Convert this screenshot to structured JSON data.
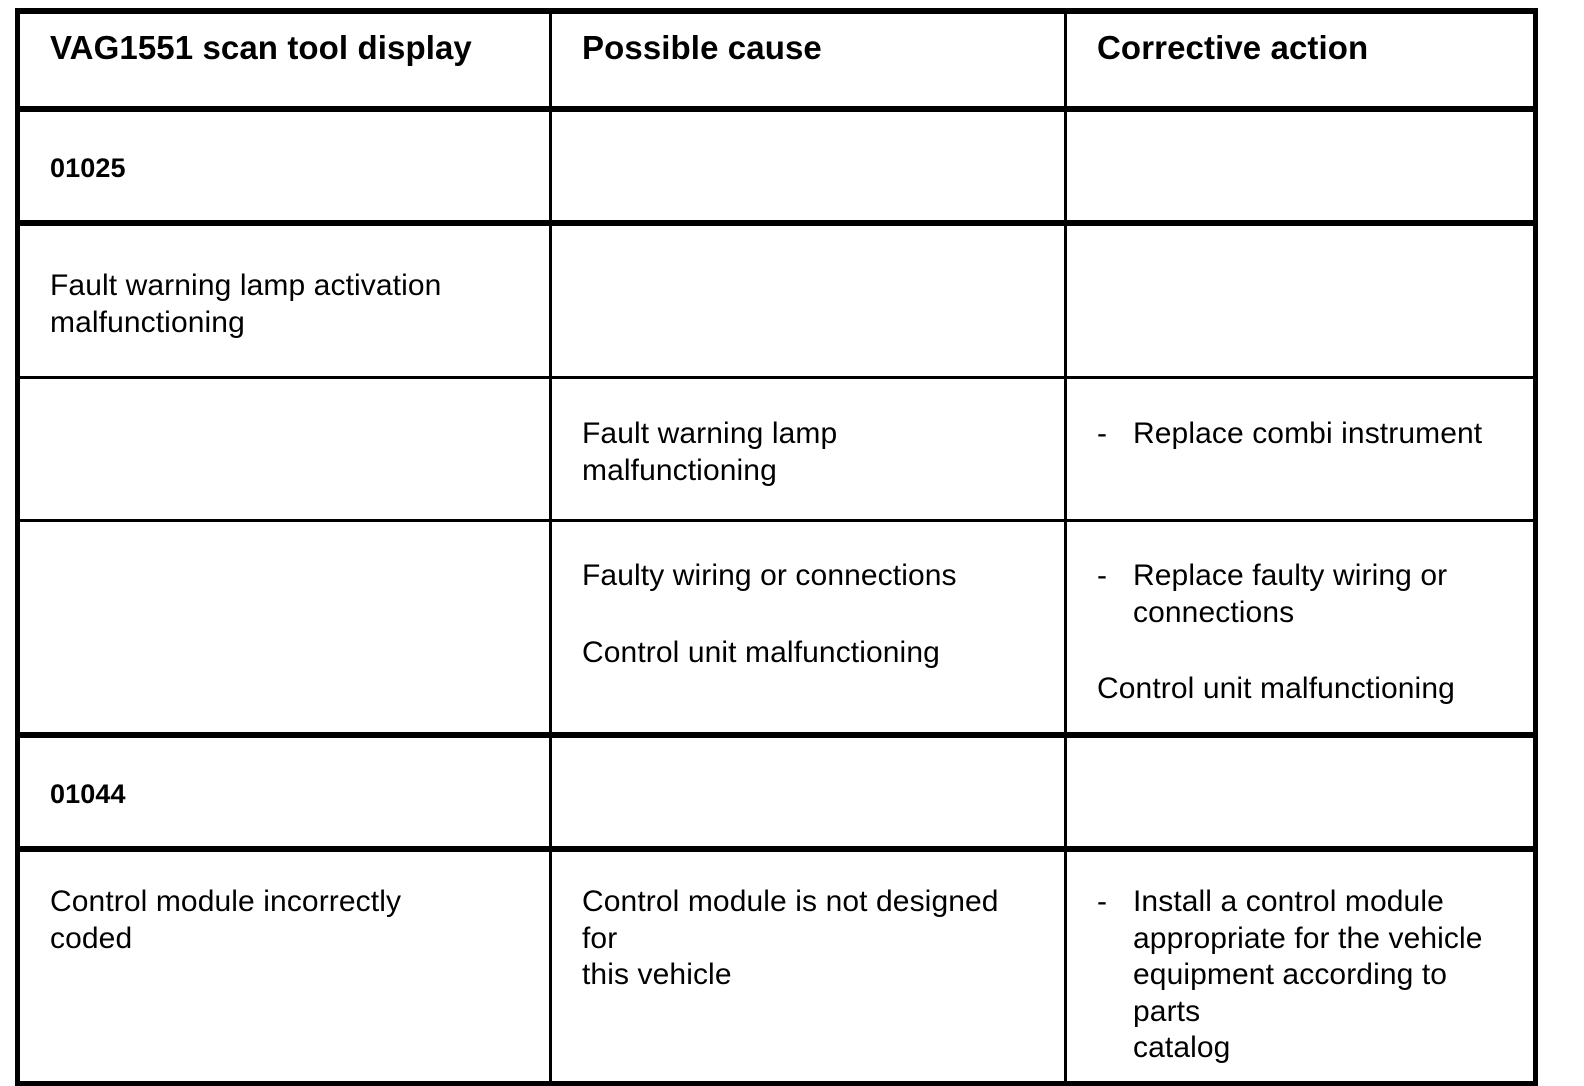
{
  "table": {
    "headers": [
      "VAG1551 scan tool display",
      "Possible cause",
      "Corrective action"
    ],
    "rows": [
      {
        "kind": "code",
        "display": "01025",
        "cause": "",
        "action": ""
      },
      {
        "kind": "description",
        "display_line1": "Fault warning lamp activation",
        "display_line2": "malfunctioning",
        "cause": "",
        "action": ""
      },
      {
        "kind": "detail",
        "display": "",
        "cause_line1": "Fault warning lamp",
        "cause_line2": "malfunctioning",
        "action_dash": "-",
        "action_line1": "Replace combi instrument"
      },
      {
        "kind": "detail",
        "display": "",
        "cause_para1": "Faulty wiring or connections",
        "cause_para2": "Control unit malfunctioning",
        "action_dash": "-",
        "action_para1_line1": "Replace faulty wiring or",
        "action_para1_line2": "connections",
        "action_para2": "Control unit malfunctioning"
      },
      {
        "kind": "code",
        "display": "01044",
        "cause": "",
        "action": ""
      },
      {
        "kind": "detail",
        "display_line1": "Control module incorrectly",
        "display_line2": "coded",
        "cause_line1": "Control module is not designed for",
        "cause_line2": "this vehicle",
        "action_dash": "-",
        "action_line1": "Install a control module",
        "action_line2": "appropriate for the vehicle",
        "action_line3": "equipment according to parts",
        "action_line4": "catalog"
      }
    ]
  },
  "style": {
    "border_color": "#000000",
    "text_color": "#000000",
    "background": "#ffffff"
  }
}
